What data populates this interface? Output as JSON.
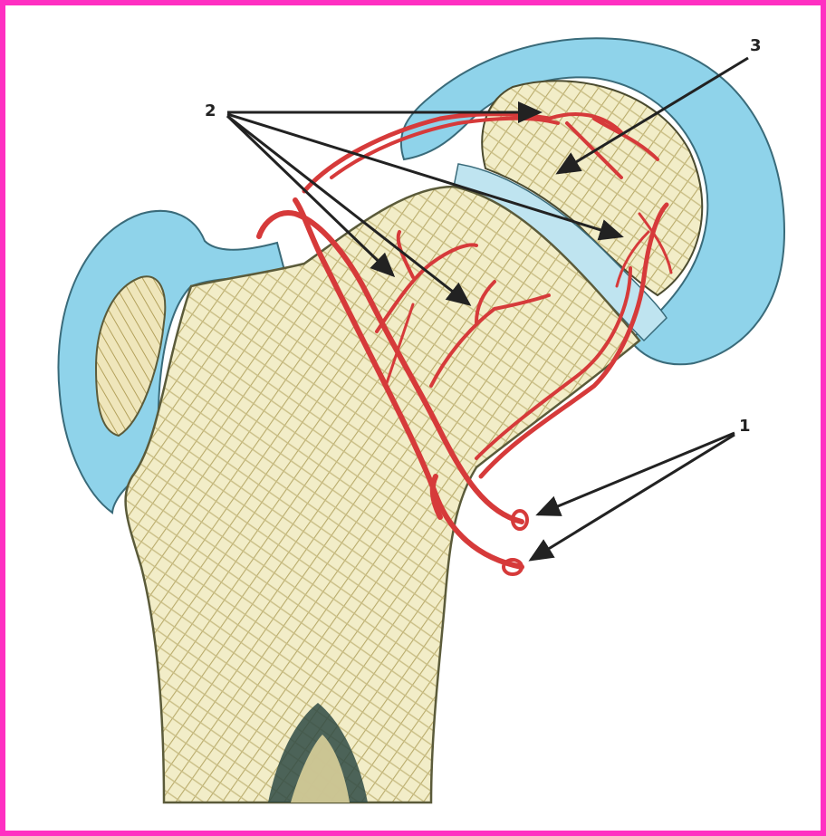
{
  "labels": {
    "label_1": "1",
    "label_2": "2",
    "label_3": "3"
  },
  "colors": {
    "frame": "#ff2fc2",
    "cartilage": "#8fd3ea",
    "bone": "#f2edc8",
    "trabecula": "#b9ab6a",
    "vessel": "#d63a3a",
    "arrow": "#222222"
  }
}
